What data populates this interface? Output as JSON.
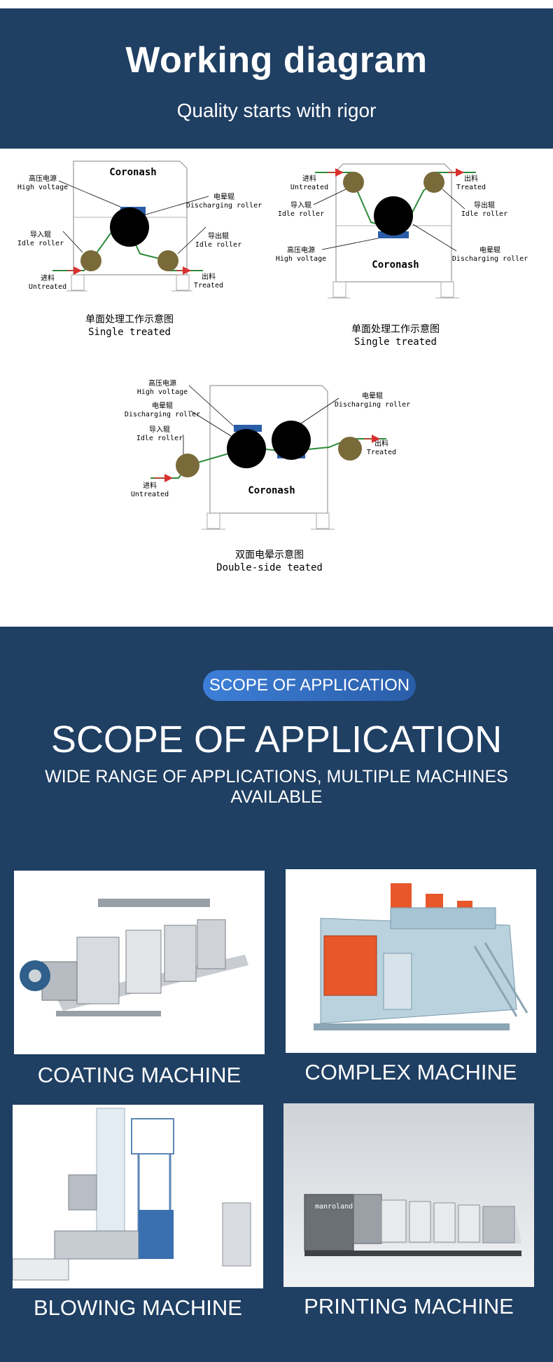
{
  "header": {
    "title": "Working diagram",
    "subtitle": "Quality starts with rigor"
  },
  "diagrams": [
    {
      "box_label": "Coronash",
      "labels": {
        "hv_cn": "高压电源",
        "hv_en": "High voltage",
        "dr_cn": "电晕辊",
        "dr_en": "Discharging roller",
        "in_cn": "导入辊",
        "in_en": "Idle roller",
        "out_cn": "导出辊",
        "out_en": "Idle roller",
        "feed_cn": "进料",
        "feed_en": "Untreated",
        "exit_cn": "出料",
        "exit_en": "Treated"
      },
      "caption_cn": "单面处理工作示意图",
      "caption_en": "Single treated"
    },
    {
      "box_label": "Coronash",
      "labels": {
        "feed_cn": "进料",
        "feed_en": "Untreated",
        "in_cn": "导入辊",
        "in_en": "Idle roller",
        "hv_cn": "高压电源",
        "hv_en": "High voltage",
        "exit_cn": "出料",
        "exit_en": "Treated",
        "out_cn": "导出辊",
        "out_en": "Idle roller",
        "dr_cn": "电晕辊",
        "dr_en": "Discharging roller"
      },
      "caption_cn": "单面处理工作示意图",
      "caption_en": "Single treated"
    },
    {
      "box_label": "Coronash",
      "labels": {
        "hv_cn": "高压电源",
        "hv_en": "High voltage",
        "dr1_cn": "电晕辊",
        "dr1_en": "Discharging roller",
        "in_cn": "导入辊",
        "in_en": "Idle roller",
        "feed_cn": "进料",
        "feed_en": "Untreated",
        "dr2_cn": "电晕辊",
        "dr2_en": "Discharging roller",
        "exit_cn": "出料",
        "exit_en": "Treated"
      },
      "caption_cn": "双面电晕示意图",
      "caption_en": "Double-side teated"
    }
  ],
  "scope": {
    "pill": "SCOPE OF APPLICATION",
    "title": "SCOPE OF APPLICATION",
    "subtitle": "WIDE RANGE OF APPLICATIONS, MULTIPLE MACHINES AVAILABLE",
    "machines": [
      {
        "label": "COATING MACHINE"
      },
      {
        "label": "COMPLEX MACHINE"
      },
      {
        "label": "BLOWING MACHINE"
      },
      {
        "label": "PRINTING MACHINE",
        "brand_text": "manroland"
      }
    ]
  },
  "colors": {
    "navy": "#1f3f63",
    "pill": "#3d7fd8",
    "roller": "#7a6a3a",
    "film": "#2e8b3a",
    "arrow": "#d93030"
  }
}
